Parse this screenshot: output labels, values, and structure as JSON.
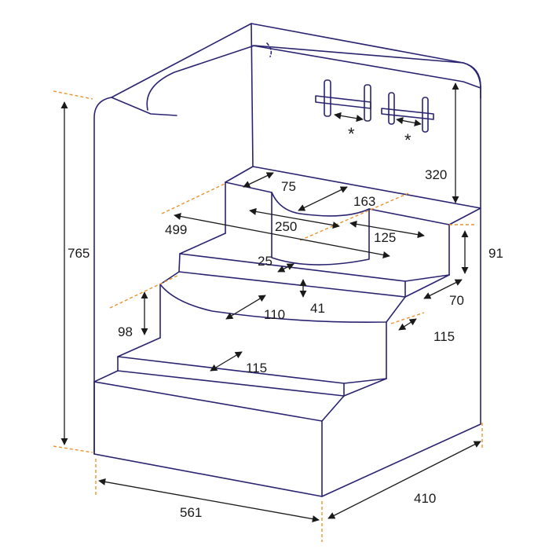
{
  "colors": {
    "outline": "#2a2470",
    "dimension": "#1a1a1a",
    "extension": "#e8932e",
    "background": "#ffffff"
  },
  "dimensions": {
    "overall_height": "765",
    "front_width": "561",
    "depth": "410",
    "top_step_depth": "75",
    "top_recess_width": "163",
    "top_width": "499",
    "recess_length": "250",
    "top_right_depth": "125",
    "side_height": "91",
    "tread_lip": "25",
    "riser_small": "41",
    "side_offset": "70",
    "curve_depth": "110",
    "riser_height": "98",
    "side_tread": "115",
    "bottom_tread": "115",
    "rail_height": "320"
  },
  "markers": {
    "asterisk_left": "*",
    "asterisk_right": "*"
  }
}
